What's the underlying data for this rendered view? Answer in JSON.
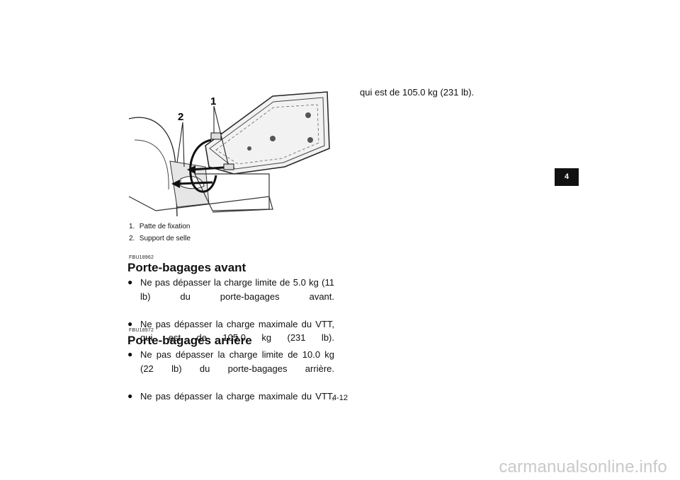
{
  "figure": {
    "labels": [
      "1",
      "2"
    ],
    "callouts": [
      {
        "num": "1.",
        "text": "Patte de fixation"
      },
      {
        "num": "2.",
        "text": "Support de selle"
      }
    ]
  },
  "sections": [
    {
      "code": "FBU18962",
      "title": "Porte-bagages avant",
      "bullets": [
        "Ne pas dépasser la charge limite de 5.0 kg (11 lb) du porte-bagages avant.",
        "Ne pas dépasser la charge maximale du VTT, qui est de 105.0 kg (231 lb)."
      ]
    },
    {
      "code": "FBU18972",
      "title": "Porte-bagages arrière",
      "bullets": [
        "Ne pas dépasser la charge limite de 10.0 kg (22 lb) du porte-bagages arrière.",
        "Ne pas dépasser la charge maximale du VTT,"
      ]
    }
  ],
  "continuation": "qui est de 105.0 kg (231 lb).",
  "chapter_tab": "4",
  "page_number": "4-12",
  "watermark": "carmanualsonline.info"
}
